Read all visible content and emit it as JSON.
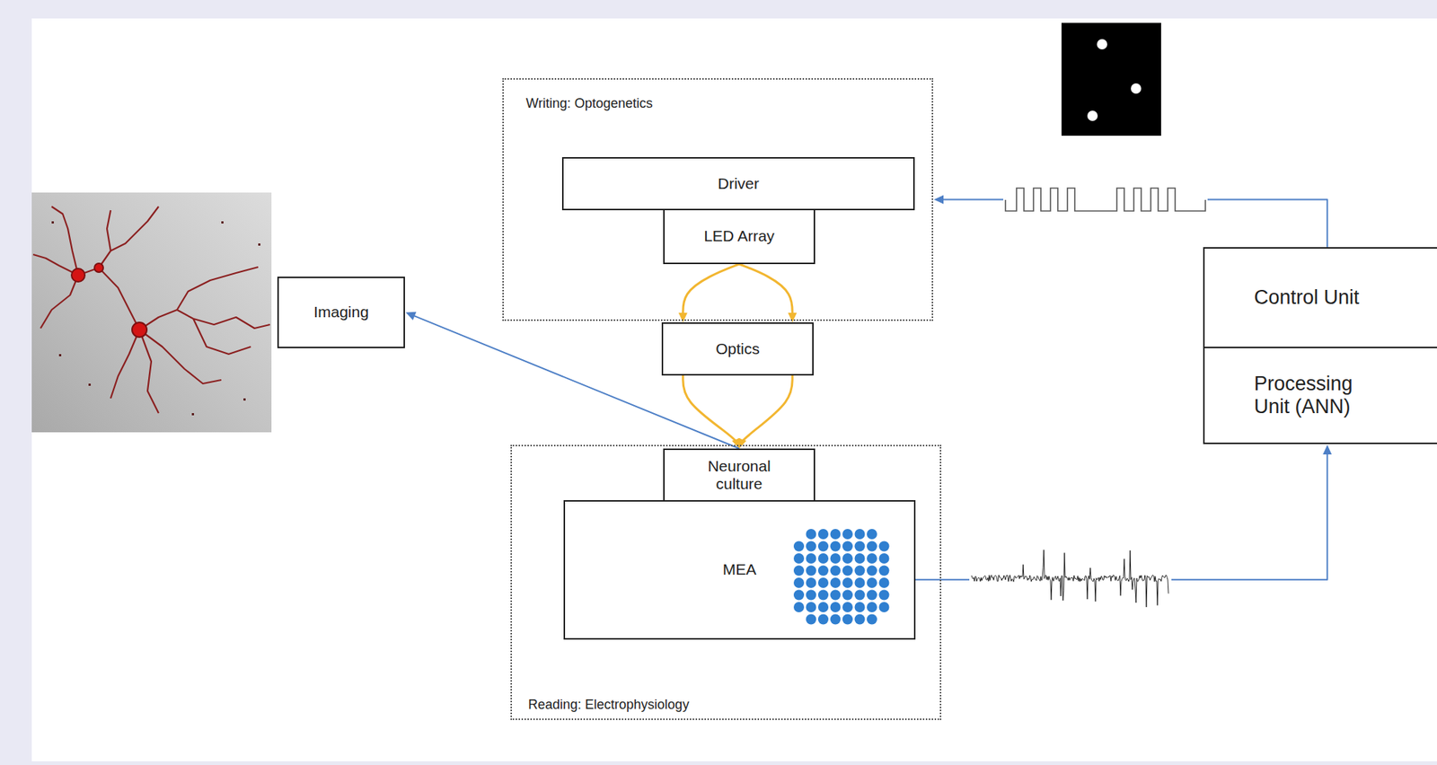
{
  "diagram": {
    "nodes": [
      {
        "text": [
          "Writing: Optogenetics"
        ]
      },
      {
        "text": [
          "Driver"
        ],
        "in": 0
      },
      {
        "text": [
          "LED Array"
        ],
        "in": 0
      },
      {
        "text": [
          "Imaging"
        ]
      },
      {
        "text": [
          "Optics"
        ]
      },
      {
        "text": [
          "Control Unit"
        ]
      },
      {
        "text": [
          "Processing Unit (ANN)"
        ]
      },
      {
        "text": [
          "Reading: Electrophysiology"
        ]
      },
      {
        "text": [
          "Neuronal culture"
        ],
        "in": 7
      },
      {
        "text": [
          "MEA"
        ],
        "in": 7
      }
    ],
    "edges": [
      {
        "from": 5,
        "to": 0,
        "arrow": "to"
      },
      {
        "from": 2,
        "to": 4,
        "arrow": "to"
      },
      {
        "from": 4,
        "to": 8,
        "arrow": "to"
      },
      {
        "from": 8,
        "to": 3,
        "arrow": "to"
      },
      {
        "from": 9,
        "to": 6,
        "arrow": "to"
      }
    ]
  }
}
